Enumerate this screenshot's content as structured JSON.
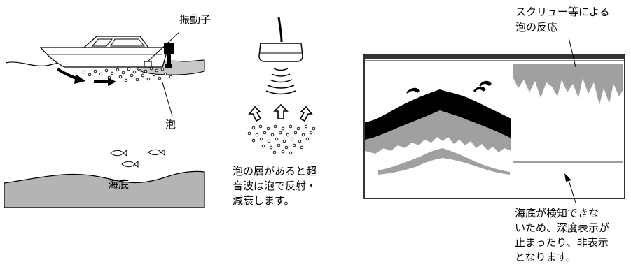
{
  "labels": {
    "transducer": "振動子",
    "bubbles": "泡",
    "seabed": "海底",
    "bubble_layer_note": [
      "泡の層があると超",
      "音波は泡で反射・",
      "減衰します。"
    ],
    "screw_reaction": [
      "スクリュー等による",
      "泡の反応"
    ],
    "seabed_undetected": [
      "海底が検知できな",
      "いため、深度表示が",
      "止まったり、非表示",
      "となります。"
    ]
  },
  "colors": {
    "line": "#000000",
    "sea": "#b4b4b4",
    "echo_gray": "#a0a0a0",
    "echo_black": "#000000",
    "panel_bg": "#ffffff"
  },
  "icons": {
    "boat": "boat-icon",
    "transducer": "transducer-icon",
    "fish": "fish-icon",
    "arrow": "arrow-icon"
  }
}
